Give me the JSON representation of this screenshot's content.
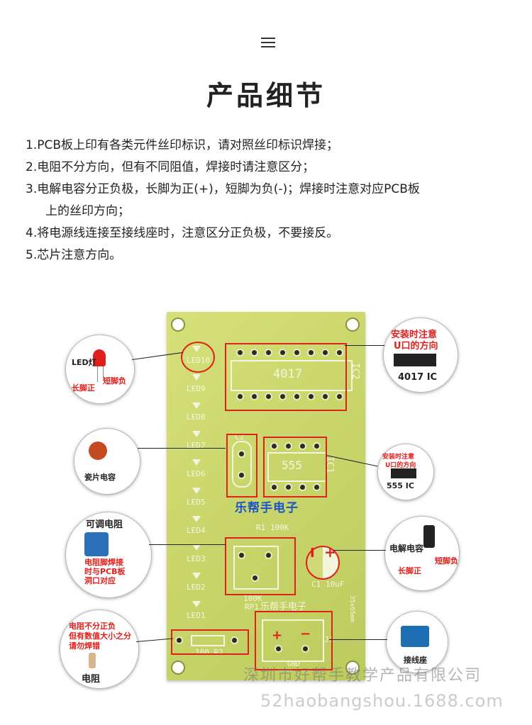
{
  "header": {
    "menu_icon": "menu-icon",
    "title": "产品细节"
  },
  "notes": [
    {
      "num": "1.",
      "text": "PCB板上印有各类元件丝印标识，请对照丝印标识焊接；"
    },
    {
      "num": "2.",
      "text": "电阻不分方向，但有不同阻值，焊接时请注意区分；"
    },
    {
      "num": "3.",
      "text": "电解电容分正负极，长脚为正(+)，短脚为负(-)；焊接时注意对应PCB板",
      "cont": "上的丝印方向；"
    },
    {
      "num": "4.",
      "text": "将电源线连接至接线座时，注意区分正负极，不要接反。"
    },
    {
      "num": "5.",
      "text": "芯片注意方向。"
    }
  ],
  "figure": {
    "led": {
      "name": "LED灯",
      "long": "长脚正",
      "short": "短脚负"
    },
    "ceramic": {
      "name": "瓷片电容"
    },
    "pot": {
      "title": "可调电阻",
      "note": [
        "电阻脚焊接",
        "时与PCB板",
        "洞口对应"
      ]
    },
    "resistor": {
      "note": [
        "电阻不分正负",
        "但有数值大小之分",
        "请勿焊错"
      ],
      "name": "电阻"
    },
    "ic4017": {
      "note": [
        "安装时注意",
        "U口的方向"
      ],
      "name": "4017 IC"
    },
    "ic555": {
      "note": [
        "安装时注意",
        "U口的方向"
      ],
      "name": "555 IC"
    },
    "electrolytic": {
      "name": "电解电容",
      "long": "长脚正",
      "short": "短脚负"
    },
    "terminal": {
      "name": "接线座"
    },
    "board": {
      "leds": [
        "LED10",
        "LED9",
        "LED8",
        "LED7",
        "LED6",
        "LED5",
        "LED4",
        "LED3",
        "LED2",
        "LED1"
      ],
      "ic2_chip": "4017",
      "ic2_label": "IC2",
      "ic1_chip": "555",
      "ic1_label": "IC1",
      "c2": "C2",
      "r1": "R1 100K",
      "rp1": "100K",
      "rp1_label": "RP1",
      "c1": "C1 10uF",
      "brand": "乐帮手电子",
      "size": "35x65mm",
      "r2": "100 R2",
      "gnd": "GND",
      "vcc_label": "+",
      "gnd_label": "−",
      "j1": "J1",
      "logo": "乐帮手电子"
    },
    "watermark": {
      "line1": "深圳市好帮手教学产品有限公司",
      "line2": "52haobangshou.1688.com"
    }
  }
}
